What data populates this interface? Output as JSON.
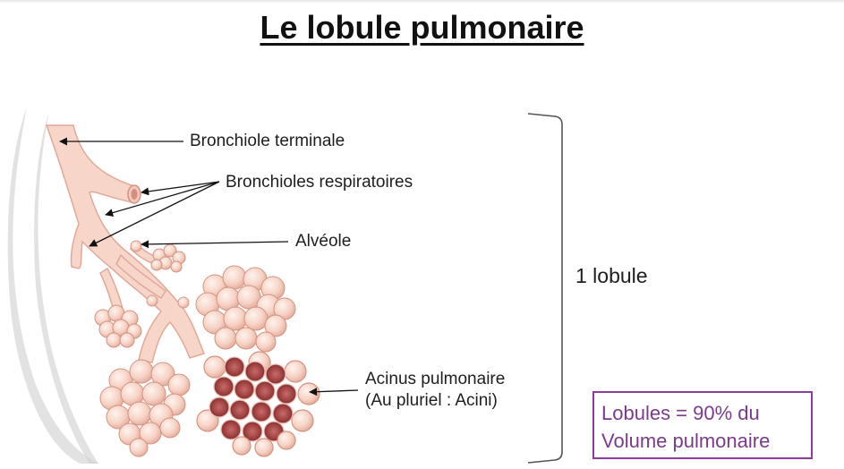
{
  "title": "Le lobule pulmonaire",
  "labels": {
    "bronchiole_terminale": "Bronchiole terminale",
    "bronchioles_respiratoires": "Bronchioles respiratoires",
    "alveole": "Alvéole",
    "acinus_line1": "Acinus pulmonaire",
    "acinus_line2": "(Au pluriel : Acini)",
    "lobule": "1 lobule"
  },
  "infobox": {
    "line1": "Lobules = 90% du",
    "line2": "Volume pulmonaire",
    "border_color": "#8c3f9a",
    "text_color": "#7b3a8c"
  },
  "colors": {
    "airway": "#f7d5c9",
    "alveolus": "#f8dcd2",
    "acinus_cut": "#8e2b2b"
  }
}
